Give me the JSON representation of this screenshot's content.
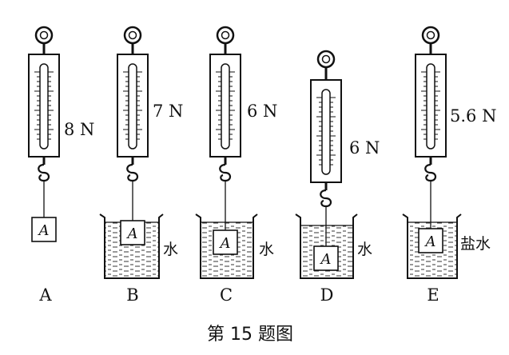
{
  "figure": {
    "caption": "第 15 题图",
    "block_label": "A",
    "setups": [
      {
        "id": "A",
        "reading": "8 N",
        "liquid": "",
        "block_state": "in-air"
      },
      {
        "id": "B",
        "reading": "7 N",
        "liquid": "水",
        "block_state": "partially-submerged"
      },
      {
        "id": "C",
        "reading": "6 N",
        "liquid": "水",
        "block_state": "fully-submerged"
      },
      {
        "id": "D",
        "reading": "6 N",
        "liquid": "水",
        "block_state": "fully-submerged-deep"
      },
      {
        "id": "E",
        "reading": "5.6 N",
        "liquid": "盐水",
        "block_state": "fully-submerged"
      }
    ]
  }
}
